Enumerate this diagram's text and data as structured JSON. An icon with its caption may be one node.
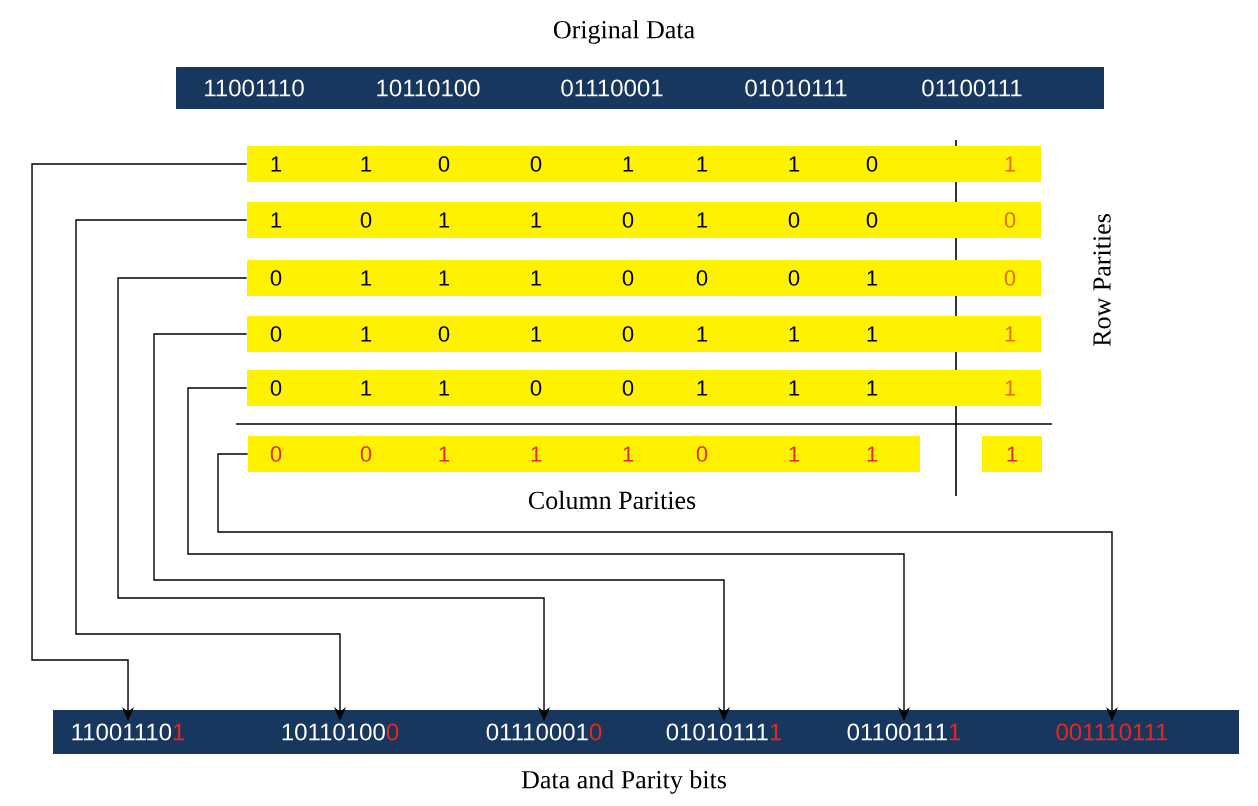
{
  "diagram": {
    "title": "Original Data",
    "caption": "Data and Parity bits",
    "nodes": [
      {
        "text": [
          "11001110",
          "10110100",
          "01110001",
          "01010111",
          "01100111"
        ]
      },
      {
        "text": [
          "1",
          "1",
          "0",
          "0",
          "1",
          "1",
          "1",
          "0",
          "1"
        ]
      },
      {
        "text": [
          "1",
          "0",
          "1",
          "1",
          "0",
          "1",
          "0",
          "0",
          "0"
        ]
      },
      {
        "text": [
          "0",
          "1",
          "1",
          "1",
          "0",
          "0",
          "0",
          "1",
          "0"
        ]
      },
      {
        "text": [
          "0",
          "1",
          "0",
          "1",
          "0",
          "1",
          "1",
          "1",
          "1"
        ]
      },
      {
        "text": [
          "0",
          "1",
          "1",
          "0",
          "0",
          "1",
          "1",
          "1",
          "1"
        ]
      },
      {
        "text": [
          "0",
          "0",
          "1",
          "1",
          "1",
          "0",
          "1",
          "1"
        ]
      },
      {
        "text": [
          "1"
        ]
      },
      {
        "text": [],
        "shape": "bar"
      },
      {
        "text": [
          "11001110",
          "1"
        ],
        "in": 8
      },
      {
        "text": [
          "10110100",
          "0"
        ],
        "in": 8
      },
      {
        "text": [
          "01110001",
          "0"
        ],
        "in": 8
      },
      {
        "text": [
          "01010111",
          "1"
        ],
        "in": 8
      },
      {
        "text": [
          "01100111",
          "1"
        ],
        "in": 8
      },
      {
        "text": [
          "001110111"
        ],
        "in": 8
      }
    ],
    "edges": [
      {
        "from": 1,
        "to": 9,
        "arrow": "to"
      },
      {
        "from": 2,
        "to": 10,
        "arrow": "to"
      },
      {
        "from": 3,
        "to": 11,
        "arrow": "to"
      },
      {
        "from": 4,
        "to": 12,
        "arrow": "to"
      },
      {
        "from": 5,
        "to": 13,
        "arrow": "to"
      },
      {
        "from": 6,
        "to": 14,
        "arrow": "to"
      }
    ],
    "labels": [
      "Row Parities",
      "Column Parities"
    ]
  }
}
